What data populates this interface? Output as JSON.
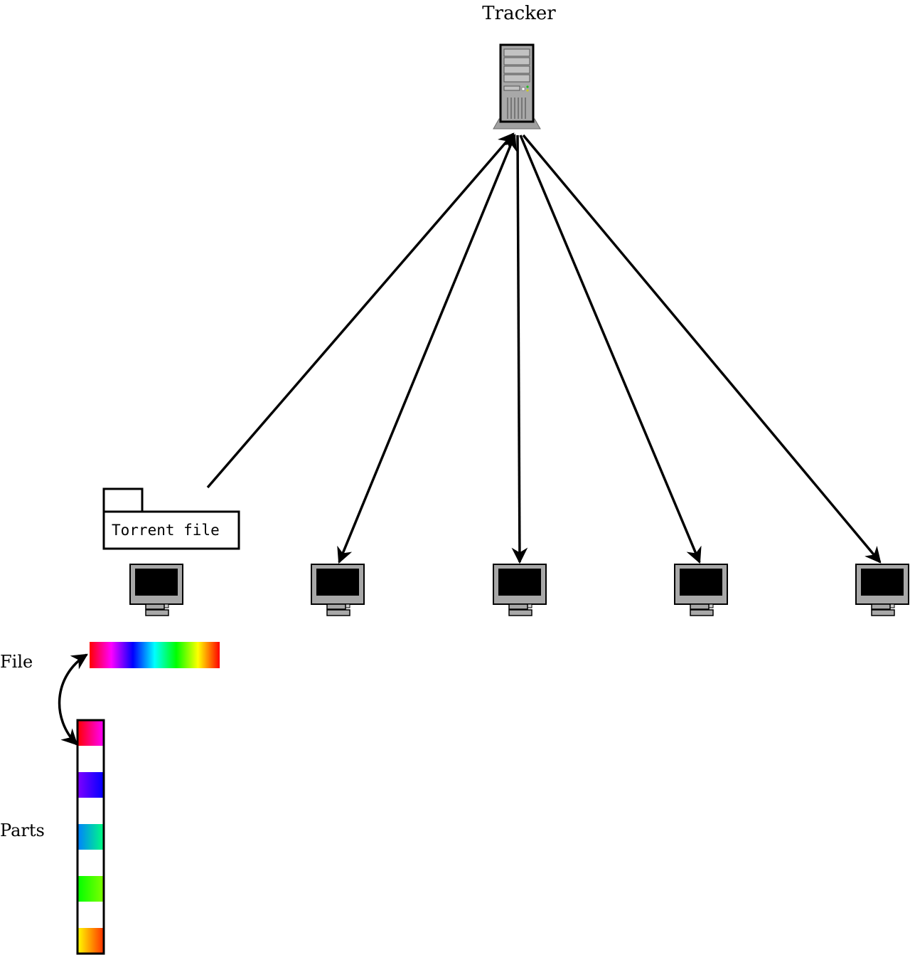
{
  "tracker": {
    "label": "Tracker",
    "icon": "server-icon"
  },
  "torrent_file": {
    "label": "Torrent file",
    "icon": "folder-icon"
  },
  "peers": [
    {
      "icon": "computer-icon"
    },
    {
      "icon": "computer-icon"
    },
    {
      "icon": "computer-icon"
    },
    {
      "icon": "computer-icon"
    },
    {
      "icon": "computer-icon"
    }
  ],
  "file": {
    "label": "File",
    "colors": [
      "#ff0000",
      "#ff00ff",
      "#0000ff",
      "#00ffff",
      "#00ff00",
      "#ffff00",
      "#ff0000"
    ]
  },
  "parts": {
    "label": "Parts",
    "pieces": [
      [
        "#ff0000",
        "#ff00ff"
      ],
      [
        "#8000ff",
        "#0000ff"
      ],
      [
        "#0080ff",
        "#00ff80"
      ],
      [
        "#00ff00",
        "#80ff00"
      ],
      [
        "#ffff00",
        "#ff3000"
      ]
    ]
  }
}
